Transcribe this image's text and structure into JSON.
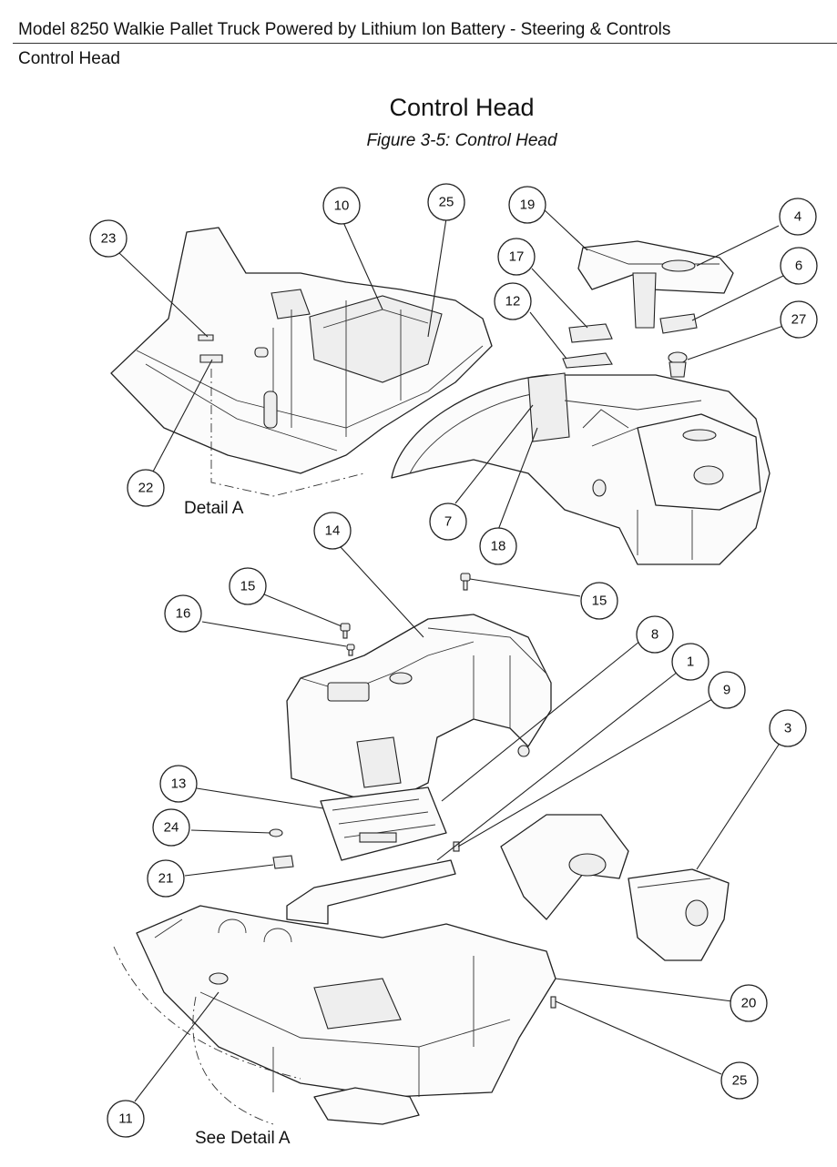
{
  "header": {
    "line1": "Model 8250 Walkie Pallet Truck Powered  by Lithium Ion Battery - Steering & Controls",
    "line2": "Control Head"
  },
  "figure": {
    "title": "Control Head",
    "subtitle": "Figure 3-5: Control Head",
    "captions": {
      "detail_a": "Detail A",
      "see_detail_a": "See Detail A"
    },
    "callouts": [
      {
        "id": "c10",
        "label": "10"
      },
      {
        "id": "c25a",
        "label": "25"
      },
      {
        "id": "c19",
        "label": "19"
      },
      {
        "id": "c4",
        "label": "4"
      },
      {
        "id": "c23",
        "label": "23"
      },
      {
        "id": "c17",
        "label": "17"
      },
      {
        "id": "c6",
        "label": "6"
      },
      {
        "id": "c12",
        "label": "12"
      },
      {
        "id": "c27",
        "label": "27"
      },
      {
        "id": "c22",
        "label": "22"
      },
      {
        "id": "c7",
        "label": "7"
      },
      {
        "id": "c18",
        "label": "18"
      },
      {
        "id": "c14",
        "label": "14"
      },
      {
        "id": "c15a",
        "label": "15"
      },
      {
        "id": "c15b",
        "label": "15"
      },
      {
        "id": "c16",
        "label": "16"
      },
      {
        "id": "c8",
        "label": "8"
      },
      {
        "id": "c1",
        "label": "1"
      },
      {
        "id": "c9",
        "label": "9"
      },
      {
        "id": "c3",
        "label": "3"
      },
      {
        "id": "c13",
        "label": "13"
      },
      {
        "id": "c24",
        "label": "24"
      },
      {
        "id": "c21",
        "label": "21"
      },
      {
        "id": "c20",
        "label": "20"
      },
      {
        "id": "c25b",
        "label": "25"
      },
      {
        "id": "c11",
        "label": "11"
      }
    ]
  }
}
